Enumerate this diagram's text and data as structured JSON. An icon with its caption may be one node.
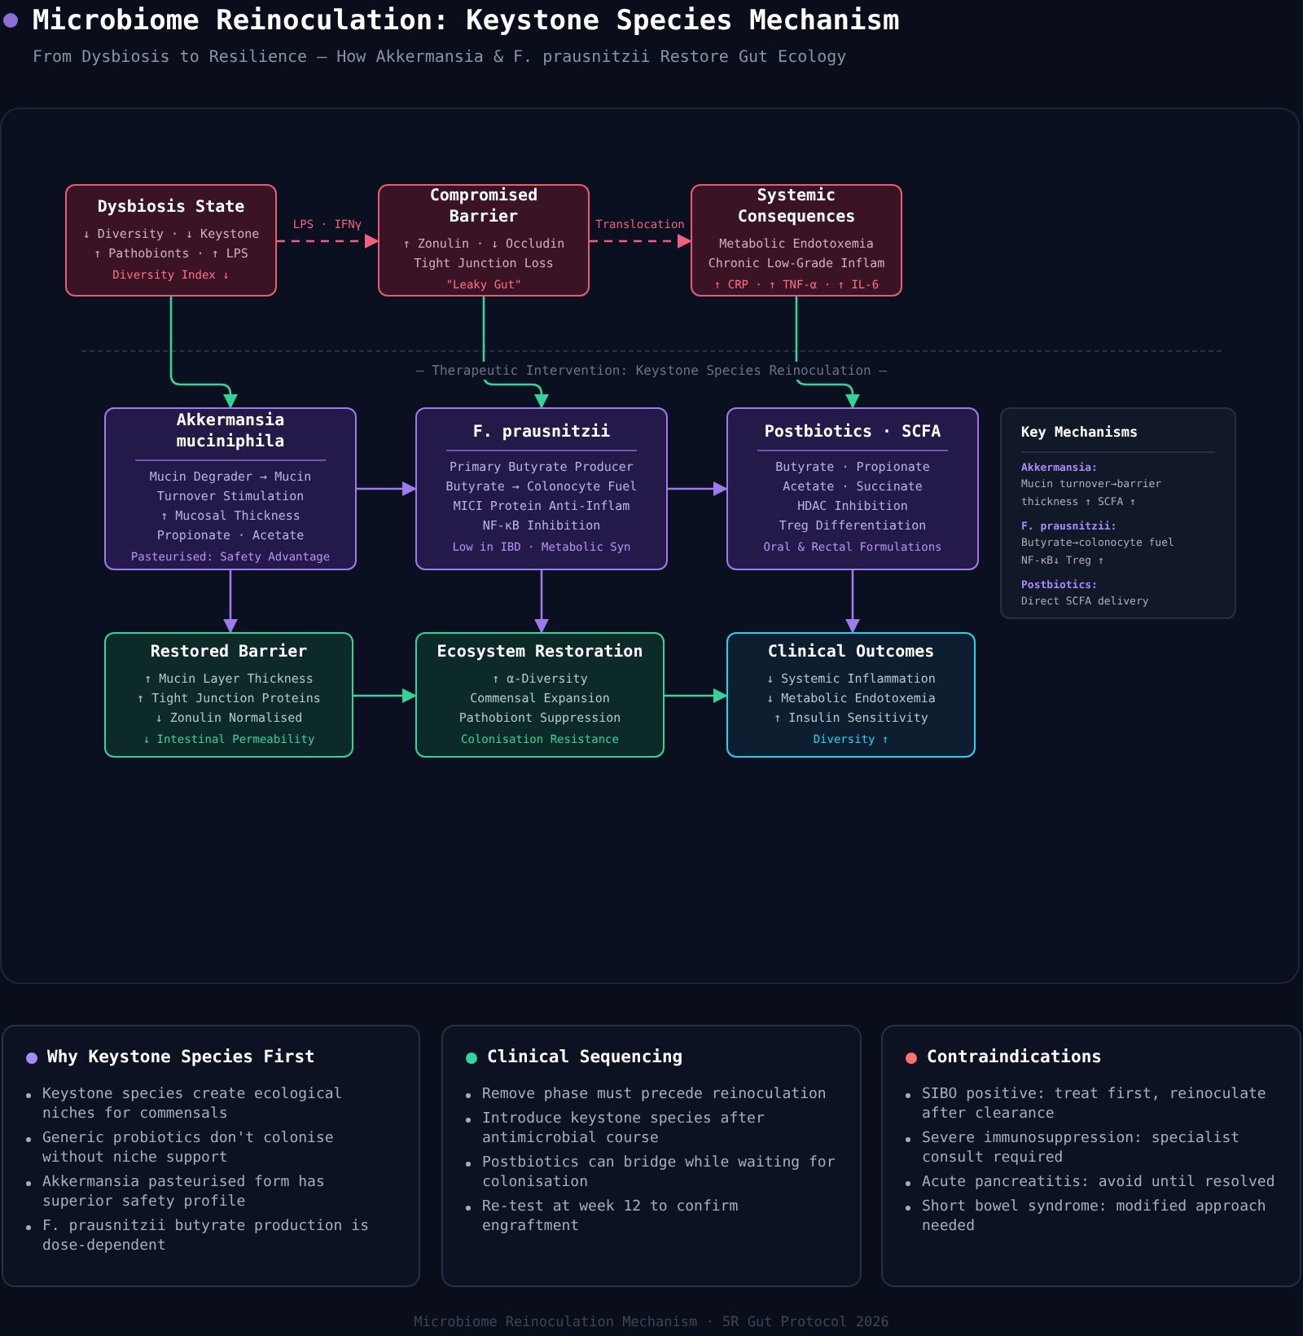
{
  "diagram": {
    "title": "Microbiome Reinoculation: Keystone Species Mechanism",
    "nodes": [
      {
        "text": [
          "Dysbiosis State",
          "↓ Diversity · ↓ Keystone",
          "↑ Pathobionts · ↑ LPS",
          "Diversity Index ↓"
        ]
      },
      {
        "text": [
          "Compromised Barrier",
          "↑ Zonulin · ↓ Occludin",
          "Tight Junction Loss",
          "\"Leaky Gut\""
        ]
      },
      {
        "text": [
          "Systemic Consequences",
          "Metabolic Endotoxemia",
          "Chronic Low-Grade Inflam",
          "↑ CRP · ↑ TNF-α · ↑ IL-6"
        ]
      },
      {
        "text": [
          "Akkermansia muciniphila",
          "Mucin Degrader → Mucin Turnover Stimulation",
          "↑ Mucosal Thickness",
          "Propionate · Acetate",
          "Pasteurised: Safety Advantage"
        ]
      },
      {
        "text": [
          "F. prausnitzii",
          "Primary Butyrate Producer",
          "Butyrate → Colonocyte Fuel",
          "MICI Protein Anti-Inflam",
          "NF-κB Inhibition",
          "Low in IBD · Metabolic Syn"
        ]
      },
      {
        "text": [
          "Postbiotics · SCFA",
          "Butyrate · Propionate",
          "Acetate · Succinate",
          "HDAC Inhibition",
          "Treg Differentiation",
          "Oral & Rectal Formulations"
        ]
      },
      {
        "text": [
          "Restored Barrier",
          "↑ Mucin Layer Thickness",
          "↑ Tight Junction Proteins",
          "↓ Zonulin Normalised",
          "↓ Intestinal Permeability"
        ]
      },
      {
        "text": [
          "Ecosystem Restoration",
          "↑ α-Diversity",
          "Commensal Expansion",
          "Pathobiont Suppression",
          "Colonisation Resistance"
        ]
      },
      {
        "text": [
          "Clinical Outcomes",
          "↓ Systemic Inflammation",
          "↓ Metabolic Endotoxemia",
          "↑ Insulin Sensitivity",
          "Diversity ↑"
        ]
      },
      {
        "text": [
          "Key Mechanisms",
          "Akkermansia:",
          "Mucin turnover→barrier thickness ↑ SCFA ↑",
          "F. prausnitzii:",
          "Butyrate→colonocyte fuel",
          "NF-κB↓ Treg ↑",
          "Postbiotics:",
          "Direct SCFA delivery"
        ]
      },
      {
        "text": [
          "Why Keystone Species First",
          "Keystone species create ecological niches for commensals",
          "Generic probiotics don't colonise without niche support",
          "Akkermansia pasteurised form has superior safety profile",
          "F. prausnitzii butyrate production is dose-dependent"
        ]
      },
      {
        "text": [
          "Clinical Sequencing",
          "Remove phase must precede reinoculation",
          "Introduce keystone species after antimicrobial course",
          "Postbiotics can bridge while waiting for colonisation",
          "Re-test at week 12 to confirm engraftment"
        ]
      },
      {
        "text": [
          "Contraindications",
          "SIBO positive: treat first, reinoculate after clearance",
          "Severe immunosuppression: specialist consult required",
          "Acute pancreatitis: avoid until resolved",
          "Short bowel syndrome: modified approach needed"
        ]
      }
    ],
    "edges": [
      {
        "from": 0,
        "to": 1,
        "arrow": "to",
        "label": "LPS · IFNγ",
        "style": "dashed",
        "color": "#f0607a"
      },
      {
        "from": 1,
        "to": 2,
        "arrow": "to",
        "label": "Translocation",
        "style": "dashed",
        "color": "#f0607a"
      },
      {
        "from": 0,
        "to": 3,
        "arrow": "to",
        "color": "#34d399"
      },
      {
        "from": 1,
        "to": 4,
        "arrow": "to",
        "color": "#34d399"
      },
      {
        "from": 2,
        "to": 5,
        "arrow": "to",
        "color": "#34d399"
      },
      {
        "from": 3,
        "to": 4,
        "arrow": "to",
        "color": "#9f7aea"
      },
      {
        "from": 4,
        "to": 5,
        "arrow": "to",
        "color": "#9f7aea"
      },
      {
        "from": 3,
        "to": 6,
        "arrow": "to",
        "color": "#9f7aea"
      },
      {
        "from": 4,
        "to": 7,
        "arrow": "to",
        "color": "#9f7aea"
      },
      {
        "from": 5,
        "to": 8,
        "arrow": "to",
        "color": "#9f7aea"
      },
      {
        "from": 6,
        "to": 7,
        "arrow": "to",
        "color": "#34d399"
      },
      {
        "from": 7,
        "to": 8,
        "arrow": "to",
        "color": "#34d399"
      }
    ],
    "labels": [
      "From Dysbiosis to Resilience — How Akkermansia & F. prausnitzii Restore Gut Ecology",
      "— Therapeutic Intervention: Keystone Species Reinoculation —",
      "Microbiome Reinoculation Mechanism · 5R Gut Protocol 2026"
    ]
  }
}
